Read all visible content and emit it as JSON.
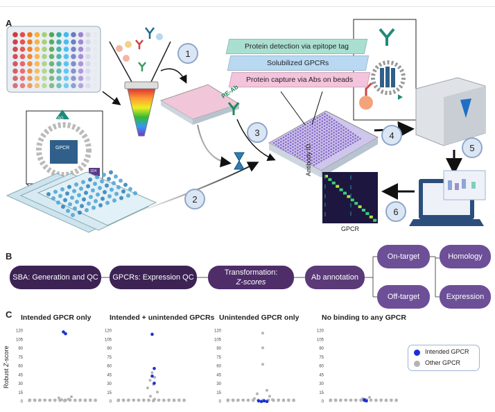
{
  "panels": {
    "a": "A",
    "b": "B",
    "c": "C"
  },
  "steps": [
    "1",
    "2",
    "3",
    "4",
    "5",
    "6"
  ],
  "layers": {
    "detection": "Protein detection via epitope tag",
    "solubilized": "Solubilized GPCRs",
    "capture": "Protein capture via Abs on beads"
  },
  "labels": {
    "pe_ab": "PE-Ab",
    "flag": "FLAG",
    "gpcr": "GPCR",
    "tag_1d4": "1D4",
    "antibody_id": "Antibody ID",
    "gpcr_axis": "GPCR"
  },
  "workflow": {
    "sba": "SBA: Generation and QC",
    "expr_qc": "GPCRs: Expression QC",
    "transform_line1": "Transformation:",
    "transform_line2": "Z-scores",
    "annotation": "Ab annotation",
    "on_target": "On-target",
    "off_target": "Off-target",
    "homology": "Homology",
    "expression": "Expression"
  },
  "colors": {
    "box_dark": "#3c2354",
    "box_mid": "#5b3a78",
    "box_light": "#6d4f98",
    "intended": "#1c2fd6",
    "other": "#b4b4b4"
  },
  "chart_data": [
    {
      "type": "scatter",
      "title": "Intended GPCR only",
      "ylabel": "Robust Z-score",
      "ylim": [
        0,
        120
      ],
      "yticks": [
        0,
        15,
        30,
        45,
        60,
        75,
        90,
        105,
        120
      ],
      "series": [
        {
          "name": "Intended GPCR",
          "values": [
            117,
            114
          ]
        },
        {
          "name": "Other GPCR",
          "values": [
            0,
            1,
            2,
            3,
            5,
            7
          ]
        }
      ]
    },
    {
      "type": "scatter",
      "title": "Intended + unintended GPCRs",
      "ylabel": "",
      "ylim": [
        0,
        120
      ],
      "yticks": [
        0,
        15,
        30,
        45,
        60,
        75,
        90,
        105,
        120
      ],
      "series": [
        {
          "name": "Intended GPCR",
          "values": [
            113,
            55,
            42,
            30
          ]
        },
        {
          "name": "Other GPCR",
          "values": [
            0,
            3,
            8,
            15,
            22,
            28,
            35,
            40,
            48
          ]
        }
      ]
    },
    {
      "type": "scatter",
      "title": "Unintended GPCR only",
      "ylabel": "",
      "ylim": [
        0,
        120
      ],
      "yticks": [
        0,
        15,
        30,
        45,
        60,
        75,
        90,
        105,
        120
      ],
      "series": [
        {
          "name": "Intended GPCR",
          "values": [
            0,
            -1,
            0,
            -1
          ]
        },
        {
          "name": "Other GPCR",
          "values": [
            115,
            90,
            62,
            18,
            12,
            8,
            4,
            2
          ]
        }
      ]
    },
    {
      "type": "scatter",
      "title": "No binding to any GPCR",
      "ylabel": "",
      "ylim": [
        0,
        120
      ],
      "yticks": [
        0,
        15,
        30,
        45,
        60,
        75,
        90,
        105,
        120
      ],
      "series": [
        {
          "name": "Intended GPCR",
          "values": [
            1,
            0,
            2
          ]
        },
        {
          "name": "Other GPCR",
          "values": [
            0,
            2,
            4,
            6
          ]
        }
      ]
    }
  ],
  "legend": {
    "intended": "Intended GPCR",
    "other": "Other GPCR"
  }
}
